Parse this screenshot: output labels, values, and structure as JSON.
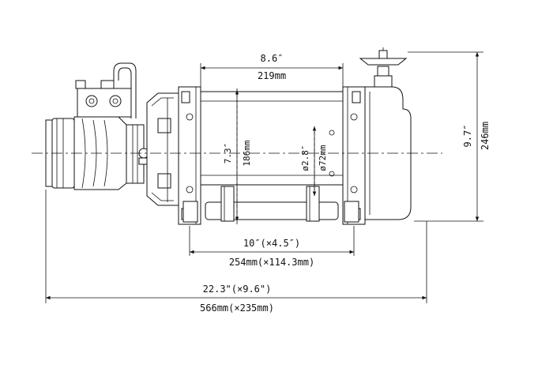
{
  "dimensions": {
    "drum_width_in": "8.6″",
    "drum_width_mm": "219mm",
    "drum_flange_dia_in": "7.3″",
    "drum_flange_dia_mm": "186mm",
    "drum_core_dia_in": "ø2.8″",
    "drum_core_dia_mm": "ø72mm",
    "height_in": "9.7″",
    "height_mm": "246mm",
    "mount_in": "10″(×4.5″)",
    "mount_mm": "254mm(×114.3mm)",
    "overall_in": "22.3\"(×9.6\")",
    "overall_mm": "566mm(×235mm)"
  }
}
